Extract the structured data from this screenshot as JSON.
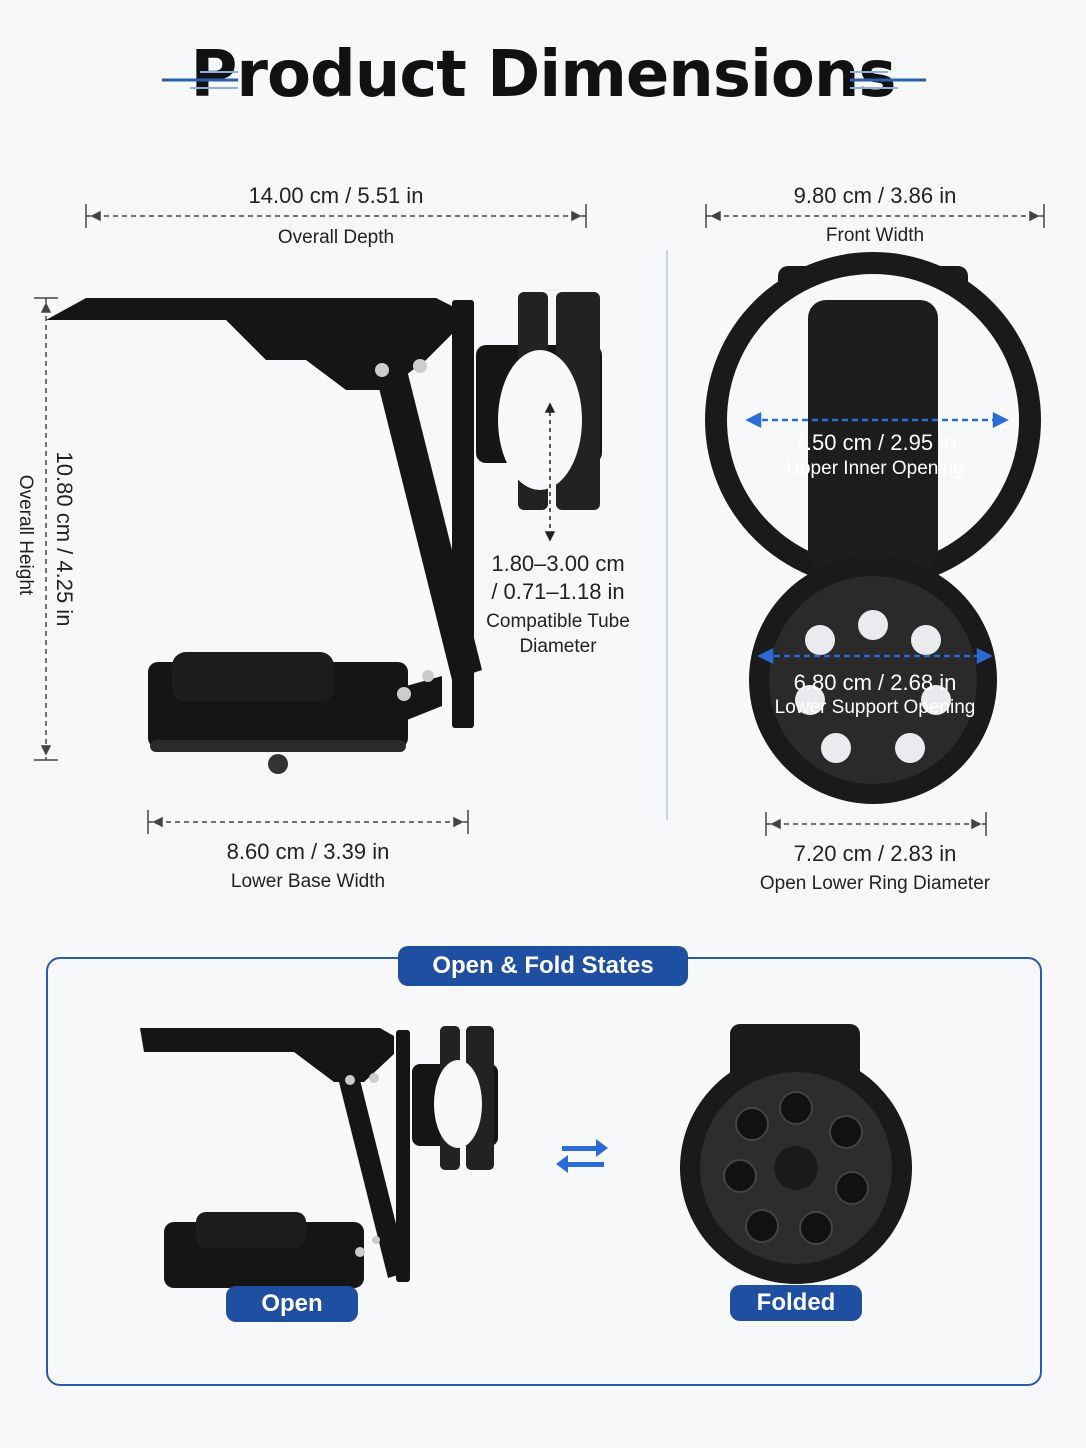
{
  "title": "Product Dimensions",
  "dimensions": {
    "overall_depth": {
      "value": "14.00 cm / 5.51 in",
      "label": "Overall Depth"
    },
    "front_width": {
      "value": "9.80 cm / 3.86 in",
      "label": "Front Width"
    },
    "overall_height": {
      "value": "10.80 cm / 4.25 in",
      "label": "Overall Height"
    },
    "tube_diameter": {
      "value_line1": "1.80–3.00 cm",
      "value_line2": "/ 0.71–1.18 in",
      "label_line1": "Compatible Tube",
      "label_line2": "Diameter"
    },
    "upper_opening": {
      "value": "7.50 cm / 2.95 in",
      "label": "Upper Inner Opening"
    },
    "lower_opening": {
      "value": "6.80 cm / 2.68 in",
      "label": "Lower Support Opening"
    },
    "lower_base": {
      "value": "8.60 cm / 3.39 in",
      "label": "Lower Base Width"
    },
    "lower_ring": {
      "value": "7.20 cm / 2.83 in",
      "label": "Open Lower Ring Diameter"
    }
  },
  "states": {
    "heading": "Open & Fold States",
    "open_label": "Open",
    "folded_label": "Folded"
  },
  "colors": {
    "accent": "#1f4fa0",
    "arrow": "#2a6cd6"
  }
}
